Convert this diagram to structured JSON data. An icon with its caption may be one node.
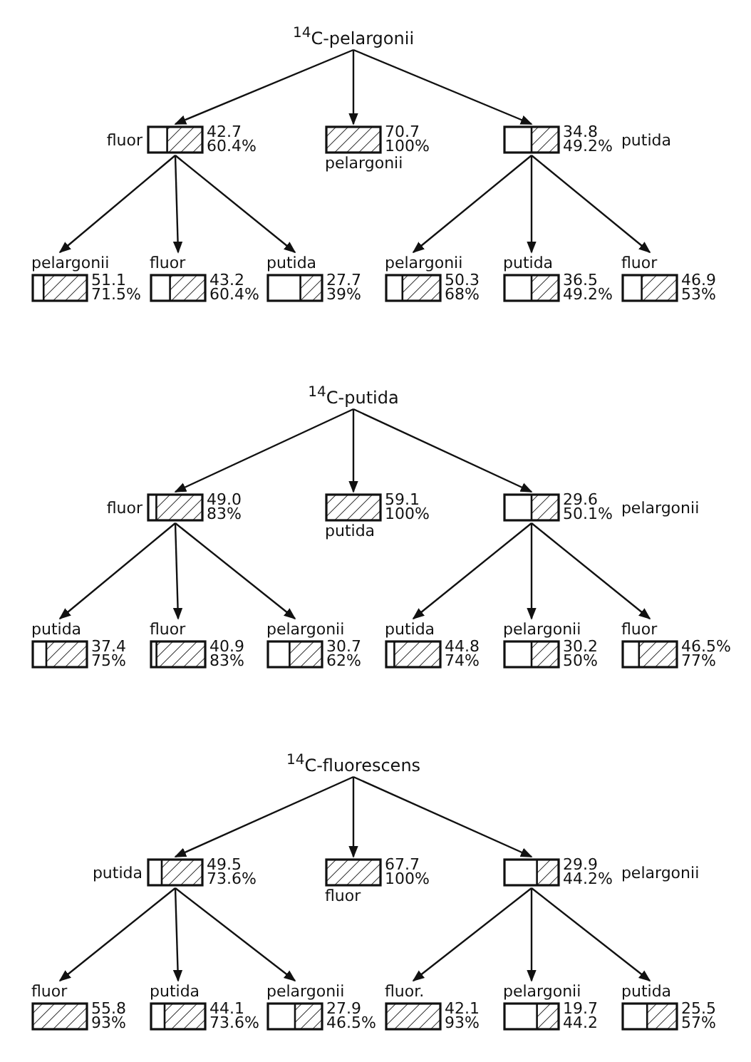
{
  "diagram": {
    "nodes": [
      {
        "text": [
          "$^{14}$C-pelargonii"
        ]
      },
      {
        "text": [
          "fluor"
        ],
        "beside": [
          "42.7",
          "60.4%"
        ]
      },
      {
        "text": [
          "pelargonii"
        ],
        "beside": [
          "70.7",
          "100%"
        ]
      },
      {
        "text": [
          "putida"
        ],
        "beside": [
          "34.8",
          "49.2%"
        ]
      },
      {
        "text": [
          "pelargonii"
        ],
        "beside": [
          "51.1",
          "71.5%"
        ]
      },
      {
        "text": [
          "fluor"
        ],
        "beside": [
          "43.2",
          "60.4%"
        ]
      },
      {
        "text": [
          "putida"
        ],
        "beside": [
          "27.7",
          "39%"
        ]
      },
      {
        "text": [
          "pelargonii"
        ],
        "beside": [
          "50.3",
          "68%"
        ]
      },
      {
        "text": [
          "putida"
        ],
        "beside": [
          "36.5",
          "49.2%"
        ]
      },
      {
        "text": [
          "fluor"
        ],
        "beside": [
          "46.9",
          "53%"
        ]
      },
      {
        "text": [
          "$^{14}$C-putida"
        ]
      },
      {
        "text": [
          "fluor"
        ],
        "beside": [
          "49.0",
          "83%"
        ]
      },
      {
        "text": [
          "putida"
        ],
        "beside": [
          "59.1",
          "100%"
        ]
      },
      {
        "text": [
          "pelargonii"
        ],
        "beside": [
          "29.6",
          "50.1%"
        ]
      },
      {
        "text": [
          "putida"
        ],
        "beside": [
          "37.4",
          "75%"
        ]
      },
      {
        "text": [
          "fluor"
        ],
        "beside": [
          "40.9",
          "83%"
        ]
      },
      {
        "text": [
          "pelargonii"
        ],
        "beside": [
          "30.7",
          "62%"
        ]
      },
      {
        "text": [
          "putida"
        ],
        "beside": [
          "44.8",
          "74%"
        ]
      },
      {
        "text": [
          "pelargonii"
        ],
        "beside": [
          "30.2",
          "50%"
        ]
      },
      {
        "text": [
          "fluor"
        ],
        "beside": [
          "46.5%",
          "77%"
        ]
      },
      {
        "text": [
          "$^{14}$C-fluorescens"
        ]
      },
      {
        "text": [
          "putida"
        ],
        "beside": [
          "49.5",
          "73.6%"
        ]
      },
      {
        "text": [
          "fluor"
        ],
        "beside": [
          "67.7",
          "100%"
        ]
      },
      {
        "text": [
          "pelargonii"
        ],
        "beside": [
          "29.9",
          "44.2%"
        ]
      },
      {
        "text": [
          "fluor"
        ],
        "beside": [
          "55.8",
          "93%"
        ]
      },
      {
        "text": [
          "putida"
        ],
        "beside": [
          "44.1",
          "73.6%"
        ]
      },
      {
        "text": [
          "pelargonii"
        ],
        "beside": [
          "27.9",
          "46.5%"
        ]
      },
      {
        "text": [
          "fluor."
        ],
        "beside": [
          "42.1",
          "93%"
        ]
      },
      {
        "text": [
          "pelargonii"
        ],
        "beside": [
          "19.7",
          "44.2"
        ]
      },
      {
        "text": [
          "putida"
        ],
        "beside": [
          "25.5",
          "57%"
        ]
      }
    ],
    "edges": [
      {
        "from": 0,
        "to": 1,
        "arrow": "to"
      },
      {
        "from": 0,
        "to": 2,
        "arrow": "to"
      },
      {
        "from": 0,
        "to": 3,
        "arrow": "to"
      },
      {
        "from": 1,
        "to": 4,
        "arrow": "to"
      },
      {
        "from": 1,
        "to": 5,
        "arrow": "to"
      },
      {
        "from": 1,
        "to": 6,
        "arrow": "to"
      },
      {
        "from": 3,
        "to": 7,
        "arrow": "to"
      },
      {
        "from": 3,
        "to": 8,
        "arrow": "to"
      },
      {
        "from": 3,
        "to": 9,
        "arrow": "to"
      },
      {
        "from": 10,
        "to": 11,
        "arrow": "to"
      },
      {
        "from": 10,
        "to": 12,
        "arrow": "to"
      },
      {
        "from": 10,
        "to": 13,
        "arrow": "to"
      },
      {
        "from": 11,
        "to": 14,
        "arrow": "to"
      },
      {
        "from": 11,
        "to": 15,
        "arrow": "to"
      },
      {
        "from": 11,
        "to": 16,
        "arrow": "to"
      },
      {
        "from": 13,
        "to": 17,
        "arrow": "to"
      },
      {
        "from": 13,
        "to": 18,
        "arrow": "to"
      },
      {
        "from": 13,
        "to": 19,
        "arrow": "to"
      },
      {
        "from": 20,
        "to": 21,
        "arrow": "to"
      },
      {
        "from": 20,
        "to": 22,
        "arrow": "to"
      },
      {
        "from": 20,
        "to": 23,
        "arrow": "to"
      },
      {
        "from": 21,
        "to": 24,
        "arrow": "to"
      },
      {
        "from": 21,
        "to": 25,
        "arrow": "to"
      },
      {
        "from": 21,
        "to": 26,
        "arrow": "to"
      },
      {
        "from": 23,
        "to": 27,
        "arrow": "to"
      },
      {
        "from": 23,
        "to": 28,
        "arrow": "to"
      },
      {
        "from": 23,
        "to": 29,
        "arrow": "to"
      }
    ]
  }
}
